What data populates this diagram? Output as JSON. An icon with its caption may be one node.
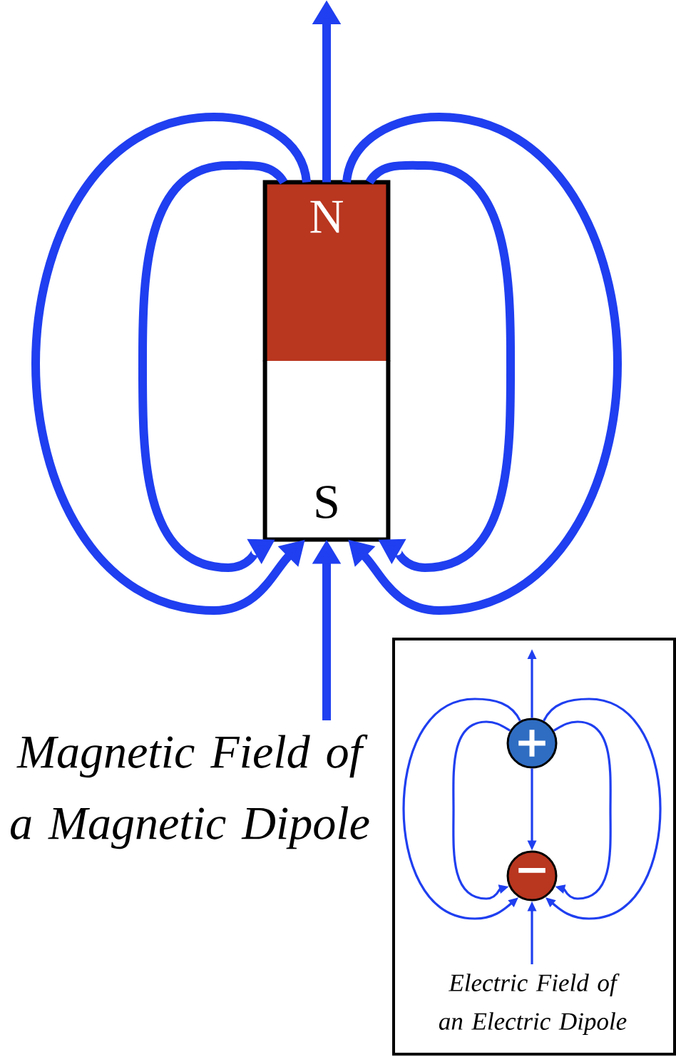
{
  "diagram": {
    "nodes": [
      {
        "text": [
          "N"
        ]
      },
      {
        "text": [
          "S"
        ]
      },
      {
        "text": [
          "Electric Field of an Electric Dipole"
        ]
      },
      {
        "text": [
          "+"
        ],
        "in": 2
      },
      {
        "text": [
          "−"
        ],
        "in": 2
      }
    ],
    "edges": [
      {
        "from": 0,
        "to": null,
        "arrow": "to",
        "style": "thick"
      },
      {
        "from": null,
        "to": 1,
        "arrow": "to",
        "style": "thick"
      },
      {
        "from": 0,
        "to": 1,
        "arrow": "to",
        "style": "thick"
      },
      {
        "from": 0,
        "to": 1,
        "arrow": "to",
        "style": "thick"
      },
      {
        "from": 0,
        "to": 1,
        "arrow": "to",
        "style": "thick"
      },
      {
        "from": 0,
        "to": 1,
        "arrow": "to",
        "style": "thick"
      },
      {
        "from": 3,
        "to": null,
        "arrow": "to"
      },
      {
        "from": 3,
        "to": 4,
        "arrow": "to"
      },
      {
        "from": null,
        "to": 4,
        "arrow": "to"
      },
      {
        "from": 3,
        "to": 4,
        "arrow": "to"
      },
      {
        "from": 3,
        "to": 4,
        "arrow": "to"
      },
      {
        "from": 3,
        "to": 4,
        "arrow": "to"
      },
      {
        "from": 3,
        "to": 4,
        "arrow": "to"
      }
    ],
    "labels": [
      "Magnetic Field of a Magnetic Dipole"
    ]
  }
}
